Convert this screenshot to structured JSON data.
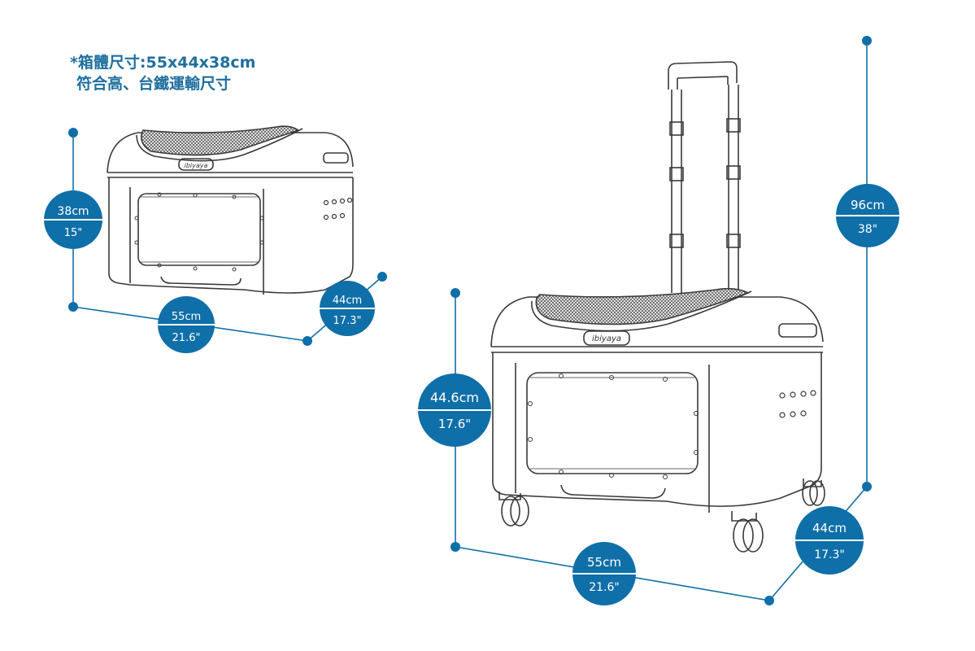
{
  "note": {
    "line1": "*箱體尺寸:55x44x38cm",
    "line2": "符合高、台鐵運輸尺寸"
  },
  "brand": "ibiyaya",
  "colors": {
    "accent": "#0f6fa8",
    "outline": "#3a3a3a"
  },
  "carrier": {
    "height": {
      "cm": "38cm",
      "in": "15\""
    },
    "width": {
      "cm": "55cm",
      "in": "21.6\""
    },
    "depth": {
      "cm": "44cm",
      "in": "17.3\""
    }
  },
  "trolley": {
    "body_height": {
      "cm": "44.6cm",
      "in": "17.6\""
    },
    "total_height": {
      "cm": "96cm",
      "in": "38\""
    },
    "width": {
      "cm": "55cm",
      "in": "21.6\""
    },
    "depth": {
      "cm": "44cm",
      "in": "17.3\""
    }
  }
}
